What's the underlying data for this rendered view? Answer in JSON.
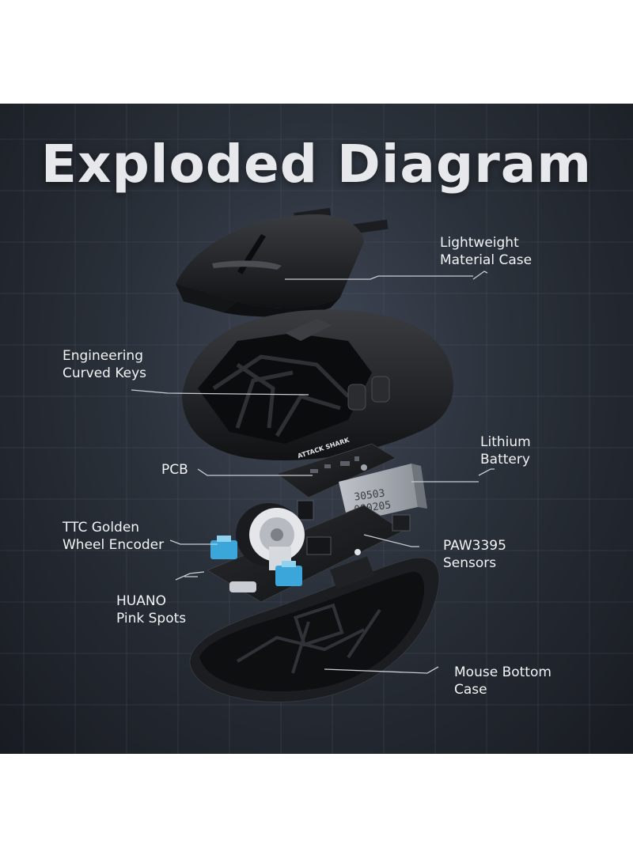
{
  "title": "Exploded Diagram",
  "labels": {
    "lightweight_case": {
      "line1": "Lightweight",
      "line2": "Material Case"
    },
    "engineering_keys": {
      "line1": "Engineering",
      "line2": "Curved Keys"
    },
    "lithium_battery": {
      "line1": "Lithium",
      "line2": "Battery"
    },
    "pcb": {
      "line1": "PCB"
    },
    "ttc_encoder": {
      "line1": "TTC Golden",
      "line2": "Wheel Encoder"
    },
    "paw_sensor": {
      "line1": "PAW3395",
      "line2": "Sensors"
    },
    "huano_switches": {
      "line1": "HUANO",
      "line2": "Pink Spots"
    },
    "bottom_case": {
      "line1": "Mouse Bottom",
      "line2": "Case"
    }
  },
  "logo_text": "ATTACK SHARK",
  "battery_text": {
    "line1": "30503",
    "line2": "080205"
  },
  "colors": {
    "background": "#2a3039",
    "title": "#e6e8ec",
    "label": "#f2f3f5",
    "leader_line": "#c9ccd2",
    "switch_blue": "#3aa6d9"
  }
}
